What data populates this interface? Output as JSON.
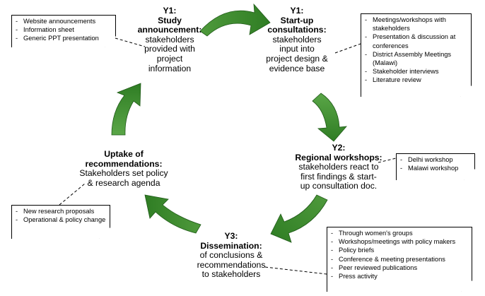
{
  "stages": [
    {
      "title": "Y1:\nStudy\nannouncement:",
      "detail": "stakeholders\nprovided with\nproject\ninformation"
    },
    {
      "title": "Y1:\nStart-up\nconsultations:",
      "detail": "stakeholders\ninput into\nproject design &\nevidence base"
    },
    {
      "title": "Y2:\nRegional workshops:",
      "detail": "stakeholders react to\nfirst findings &  start-\nup consultation doc."
    },
    {
      "title": "Y3:\nDissemination:",
      "detail": "of conclusions &\nrecommendations\nto stakeholders"
    },
    {
      "title": "Uptake of\nrecommendations:",
      "detail": "Stakeholders set policy\n& research agenda"
    }
  ],
  "notes": {
    "announcement": [
      "Website announcements",
      "Information sheet",
      "Generic PPT presentation"
    ],
    "consultations": [
      "Meetings/workshops with stakeholders",
      "Presentation & discussion at conferences",
      "District Assembly Meetings (Malawi)",
      "Stakeholder interviews",
      "Literature review"
    ],
    "workshops": [
      "Delhi workshop",
      "Malawi workshop"
    ],
    "dissemination": [
      "Through women's groups",
      "Workshops/meetings with policy makers",
      "Policy briefs",
      "Conference & meeting presentations",
      "Peer reviewed publications",
      "Press activity"
    ],
    "uptake": [
      "New research proposals",
      "Operational & policy change"
    ]
  },
  "colors": {
    "arrow_light": "#5fa84a",
    "arrow_dark": "#2e7a22",
    "arrow_edge": "#1f5a18"
  }
}
